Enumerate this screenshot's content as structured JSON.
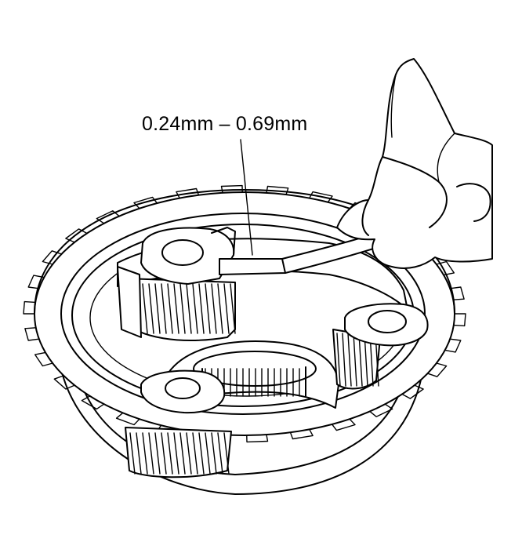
{
  "figure": {
    "clearance_label": "0.24mm – 0.69mm",
    "colors": {
      "ink": "#000000",
      "paper": "#ffffff"
    },
    "tool": "feeler-gauge",
    "planet_gear_count": 3
  }
}
